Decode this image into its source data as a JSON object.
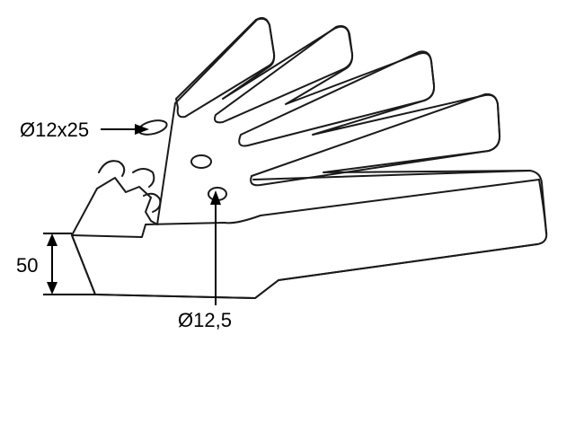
{
  "annotations": {
    "slot_dimension": "Ø12x25",
    "hole_dimension": "Ø12,5",
    "height_dimension": "50"
  },
  "colors": {
    "line": "#1a1a1a",
    "background": "#ffffff"
  }
}
